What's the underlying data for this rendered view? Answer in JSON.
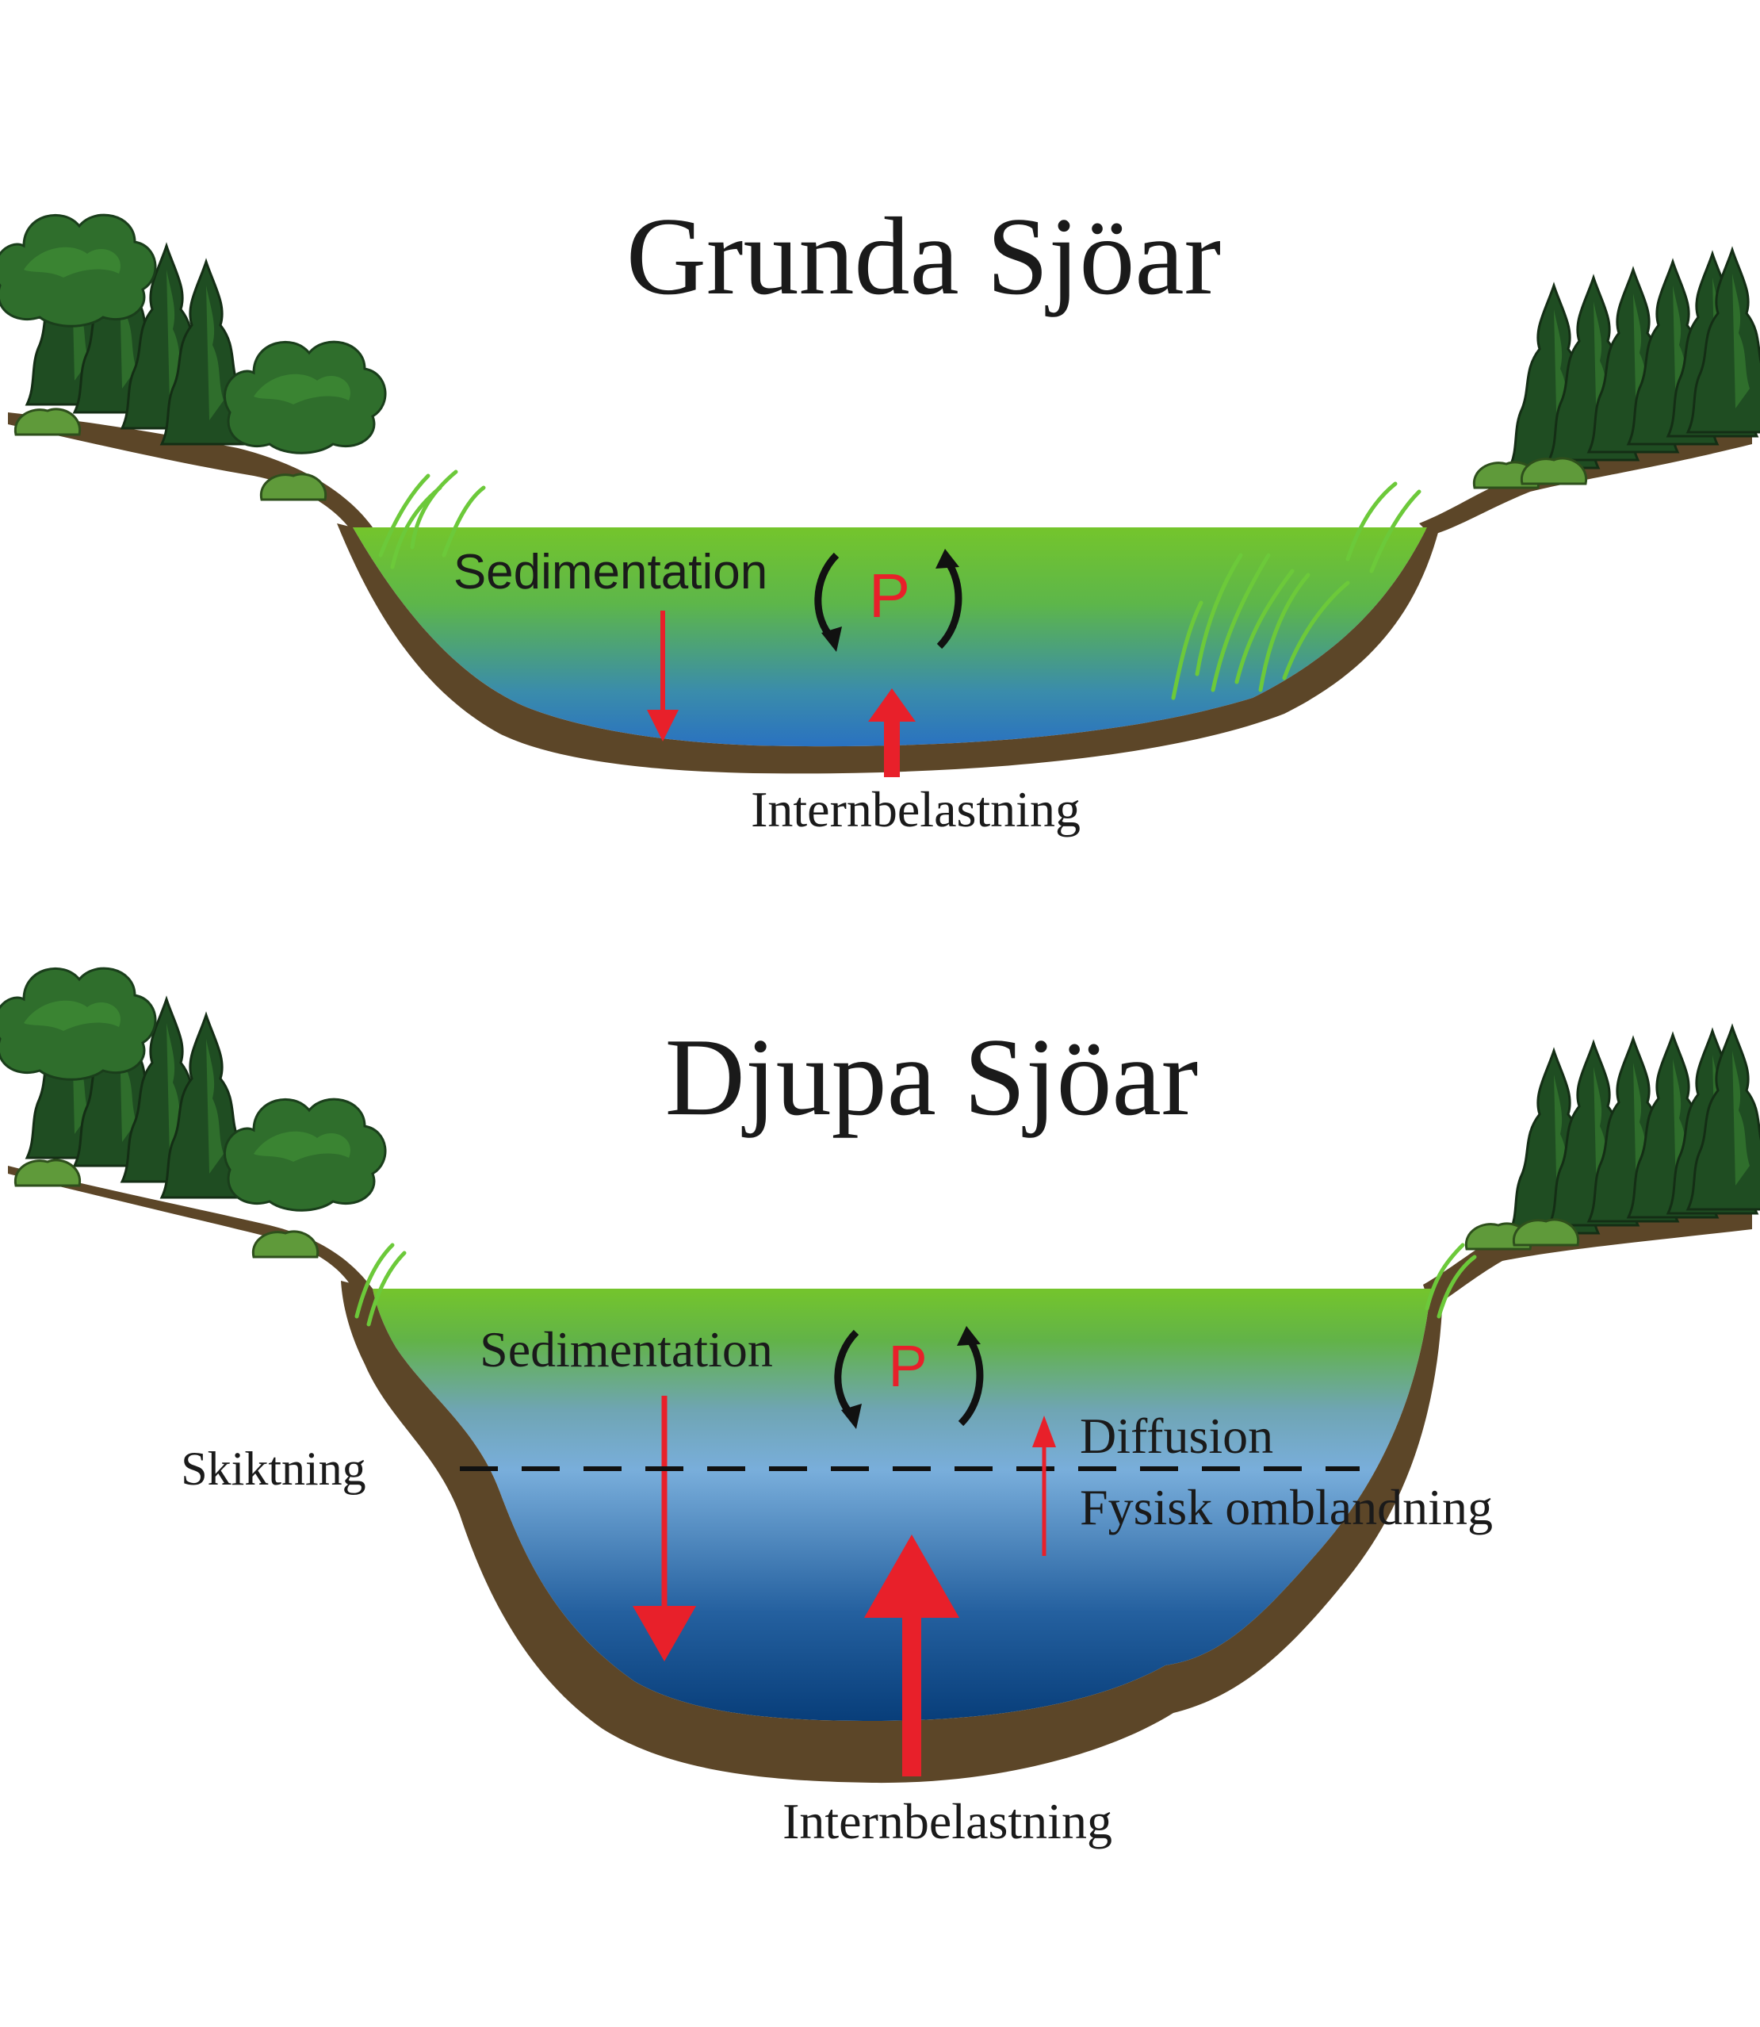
{
  "shallow_lake": {
    "title": "Grunda Sjöar",
    "sedimentation_label": "Sedimentation",
    "phosphorus_label": "P",
    "internal_load_label": "Internbelastning"
  },
  "deep_lake": {
    "title": "Djupa Sjöar",
    "sedimentation_label": "Sedimentation",
    "phosphorus_label": "P",
    "stratification_label": "Skiktning",
    "diffusion_label": "Diffusion",
    "mixing_label": "Fysisk omblandning",
    "internal_load_label": "Internbelastning"
  },
  "colors": {
    "surface_water": "#74c52c",
    "bottom_water_shallow": "#2f77bd",
    "bottom_water_deep": "#083e7a",
    "sediment": "#5c4628",
    "flux_arrow": "#e8202a",
    "tree_dark": "#1f4d22",
    "tree_light": "#2f6e2c"
  }
}
